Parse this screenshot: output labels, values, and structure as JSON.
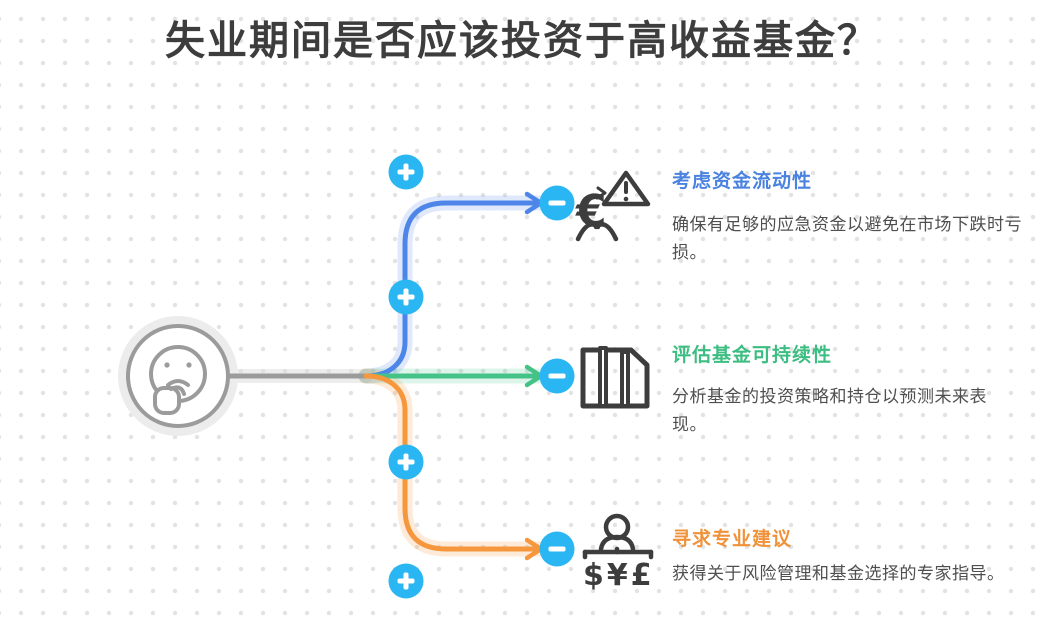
{
  "title": "失业期间是否应该投资于高收益基金？",
  "center_node": {
    "icon": "thinking-face-icon"
  },
  "controls": {
    "add_button_icon": "plus-icon",
    "collapse_button_icon": "minus-icon"
  },
  "colors": {
    "button_cyan": "#29b6f2",
    "branch_blue": "#4d86e8",
    "branch_green": "#45c288",
    "branch_orange": "#f7973d",
    "title_blue": "#4a82e0",
    "title_green": "#3cbd81",
    "title_orange": "#f0923a",
    "connector_gray": "#9b9b9b",
    "icon_stroke": "#3d3d3d",
    "description_text": "#4f4f4f",
    "heading_text": "#3d3d3d"
  },
  "branches": [
    {
      "id": "liquidity",
      "icon": "person-euro-warning-icon",
      "icon_text": {
        "euro": "€"
      },
      "title": "考虑资金流动性",
      "desc_lines": [
        "确保有足够的应急资金以避免在市场下跌时亏",
        "损。"
      ]
    },
    {
      "id": "sustainability",
      "icon": "books-icon",
      "title": "评估基金可持续性",
      "desc_lines": [
        "分析基金的投资策略和持仓以预测未来表",
        "现。"
      ]
    },
    {
      "id": "advice",
      "icon": "advisor-currency-icon",
      "icon_text": {
        "currencies": "$¥£"
      },
      "title": "寻求专业建议",
      "desc_lines": [
        "获得关于风险管理和基金选择的专家指导。"
      ]
    }
  ]
}
